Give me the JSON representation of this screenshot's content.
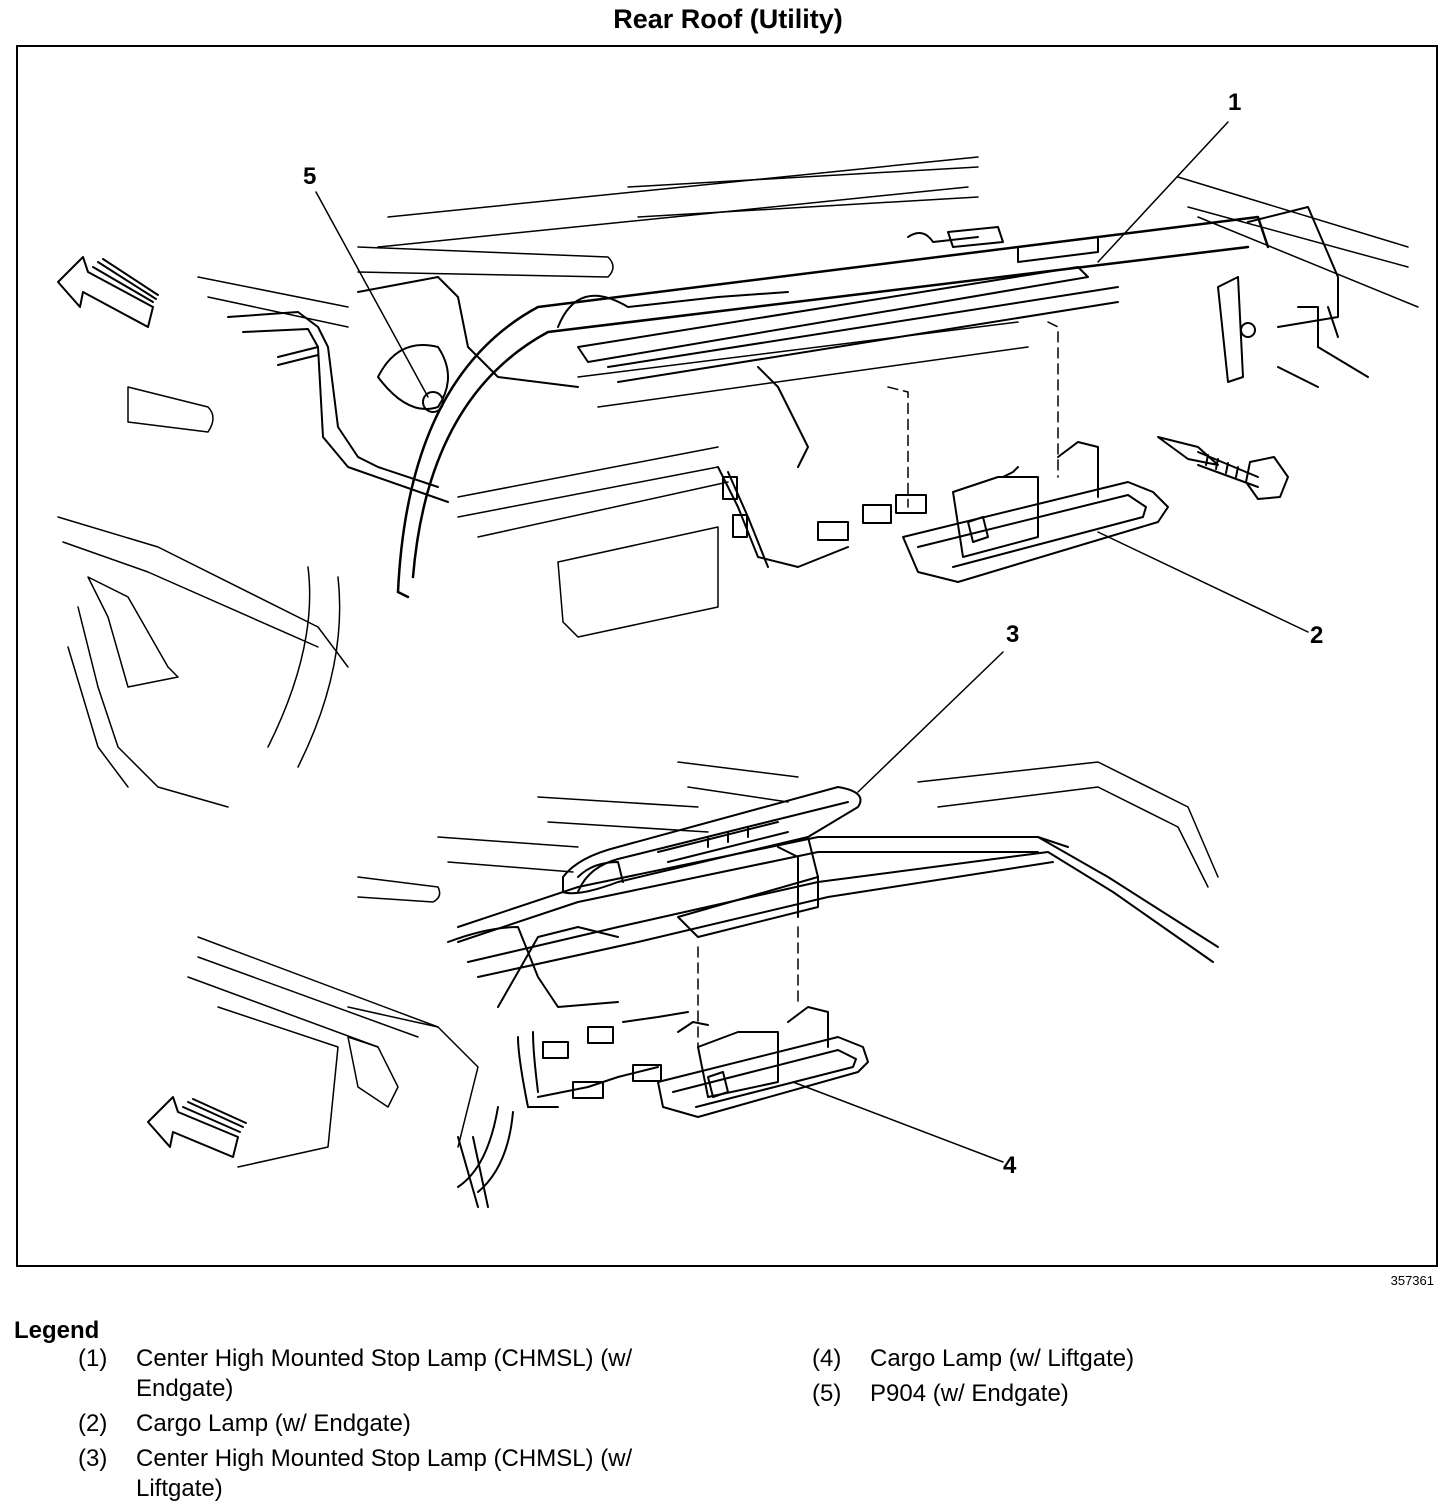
{
  "title": "Rear Roof (Utility)",
  "figure_id": "357361",
  "callouts": [
    "1",
    "2",
    "3",
    "4",
    "5"
  ],
  "legend": {
    "heading": "Legend",
    "items": [
      {
        "num": "(1)",
        "text": "Center High Mounted Stop Lamp (CHMSL) (w/ Endgate)"
      },
      {
        "num": "(2)",
        "text": "Cargo Lamp (w/ Endgate)"
      },
      {
        "num": "(3)",
        "text": "Center High Mounted Stop Lamp (CHMSL) (w/ Liftgate)"
      },
      {
        "num": "(4)",
        "text": "Cargo Lamp (w/ Liftgate)"
      },
      {
        "num": "(5)",
        "text": "P904 (w/ Endgate)"
      }
    ]
  }
}
